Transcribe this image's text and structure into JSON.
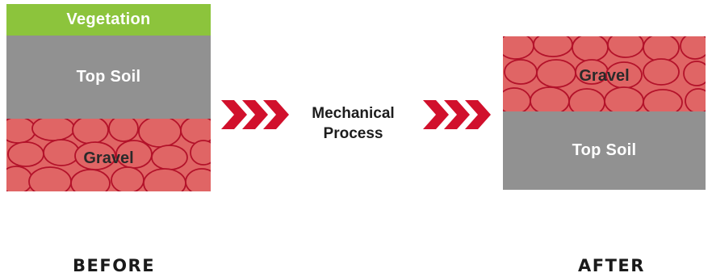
{
  "before": {
    "vegetation_label": "Vegetation",
    "topsoil_label": "Top Soil",
    "gravel_label": "Gravel",
    "caption": "BEFORE"
  },
  "process": {
    "line1": "Mechanical",
    "line2": "Process"
  },
  "after": {
    "gravel_label": "Gravel",
    "topsoil_label": "Top Soil",
    "caption": "AFTER"
  },
  "colors": {
    "vegetation": "#8cc43c",
    "topsoil": "#919191",
    "gravel_fill": "#e06565",
    "gravel_outline": "#b3122a",
    "chevron": "#d1102c"
  },
  "icons": [
    "chevron-right-icon",
    "chevron-right-icon"
  ]
}
